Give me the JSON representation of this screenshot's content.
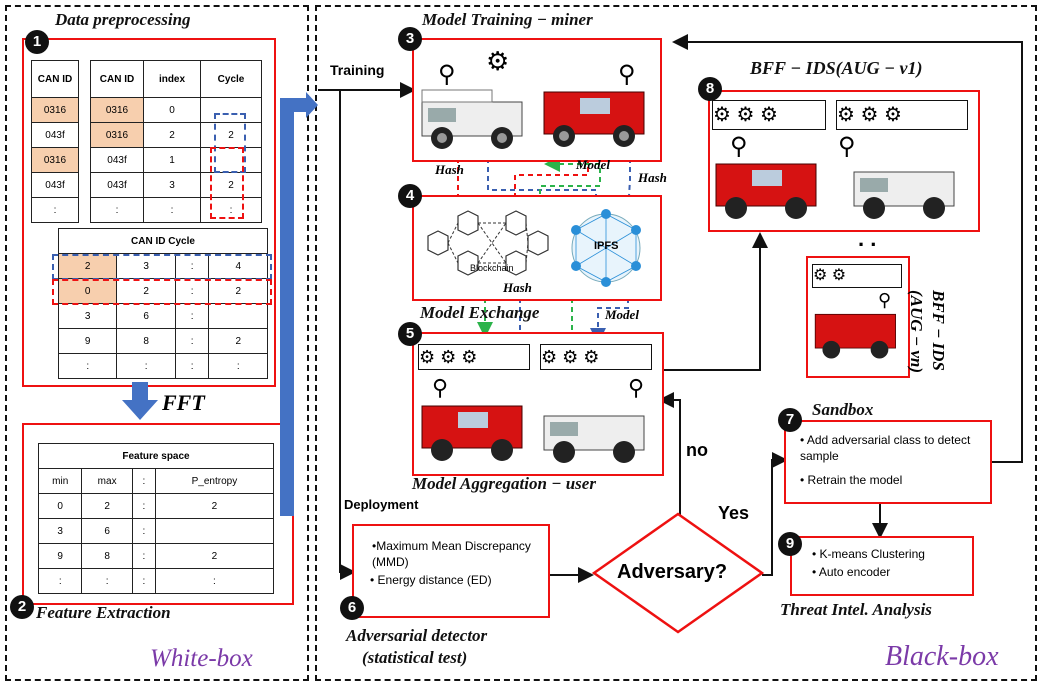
{
  "regions": {
    "white_box": "White-box",
    "black_box": "Black-box"
  },
  "badges": [
    "1",
    "2",
    "3",
    "4",
    "5",
    "6",
    "7",
    "8",
    "9"
  ],
  "data_preprocessing": {
    "title": "Data preprocessing",
    "table_left": {
      "header": "CAN ID",
      "rows": [
        "0316",
        "043f",
        "0316",
        "043f",
        ":"
      ]
    },
    "table_right": {
      "headers": [
        "CAN ID",
        "index",
        "Cycle"
      ],
      "rows": [
        [
          "0316",
          "0",
          ""
        ],
        [
          "0316",
          "2",
          "2"
        ],
        [
          "043f",
          "1",
          ""
        ],
        [
          "043f",
          "3",
          "2"
        ],
        [
          ":",
          ":",
          ":"
        ]
      ]
    },
    "cycle_table": {
      "title": "CAN ID Cycle",
      "rows": [
        [
          "2",
          "3",
          ":",
          "4"
        ],
        [
          "0",
          "2",
          ":",
          "2"
        ],
        [
          "3",
          "6",
          ":",
          ""
        ],
        [
          "9",
          "8",
          ":",
          "2"
        ],
        [
          ":",
          ":",
          ":",
          ":"
        ]
      ]
    }
  },
  "fft_label": "FFT",
  "feature_extraction": {
    "title": "Feature Extraction",
    "table_title": "Feature space",
    "headers": [
      "min",
      "max",
      ":",
      "P_entropy"
    ],
    "rows": [
      [
        "0",
        "2",
        ":",
        "2"
      ],
      [
        "3",
        "6",
        ":",
        ""
      ],
      [
        "9",
        "8",
        ":",
        "2"
      ],
      [
        ":",
        ":",
        ":",
        ":"
      ]
    ]
  },
  "training_label": "Training",
  "model_training": {
    "title": "Model Training  − miner"
  },
  "hash_labels": [
    "Hash",
    "Hash",
    "Hash"
  ],
  "model_labels": [
    "Model",
    "Model"
  ],
  "exchange": {
    "title": "Model Exchange",
    "blockchain": "Blockchain",
    "ipfs": "IPFS"
  },
  "aggregation": {
    "title": "Model Aggregation  − user"
  },
  "deployment_label": "Deployment",
  "detector": {
    "bullets": [
      "•Maximum Mean Discrepancy (MMD)",
      "• Energy distance (ED)"
    ],
    "caption_1": "Adversarial detector",
    "caption_2": "(statistical test)"
  },
  "decision": {
    "text": "Adversary?",
    "yes": "Yes",
    "no": "no"
  },
  "sandbox": {
    "title": "Sandbox",
    "bullets": [
      "• Add adversarial class to detect sample",
      "• Retrain the model"
    ]
  },
  "threat_intel": {
    "bullets": [
      "• K-means Clustering",
      "• Auto encoder"
    ],
    "caption": "Threat Intel. Analysis"
  },
  "bff_v1": {
    "title": "BFF − IDS(AUG − v1)"
  },
  "bff_vn": {
    "line1": "BFF − IDS",
    "line2": "(AUG − vn)"
  },
  "ellipsis": ". ."
}
